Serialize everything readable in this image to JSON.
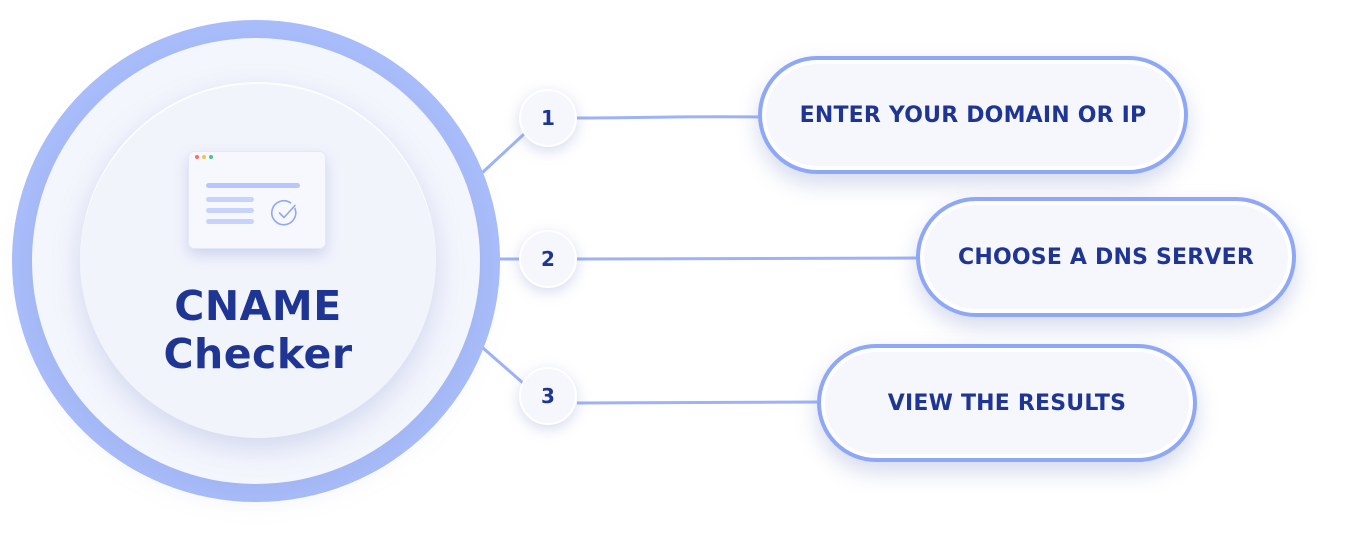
{
  "diagram": {
    "title_line_1": "CNAME",
    "title_line_2": "Checker",
    "steps": [
      {
        "number": "1",
        "label": "ENTER YOUR DOMAIN OR IP"
      },
      {
        "number": "2",
        "label": "CHOOSE A DNS SERVER"
      },
      {
        "number": "3",
        "label": "VIEW THE RESULTS"
      }
    ]
  },
  "colors": {
    "text": "#1f3593",
    "ring": "#a9bdfb",
    "pill_border": "#8ea7f7",
    "connector": "#9db2f9",
    "background": "#ffffff"
  },
  "icons": {
    "window": "browser-window-icon",
    "check": "check-circle-icon"
  }
}
